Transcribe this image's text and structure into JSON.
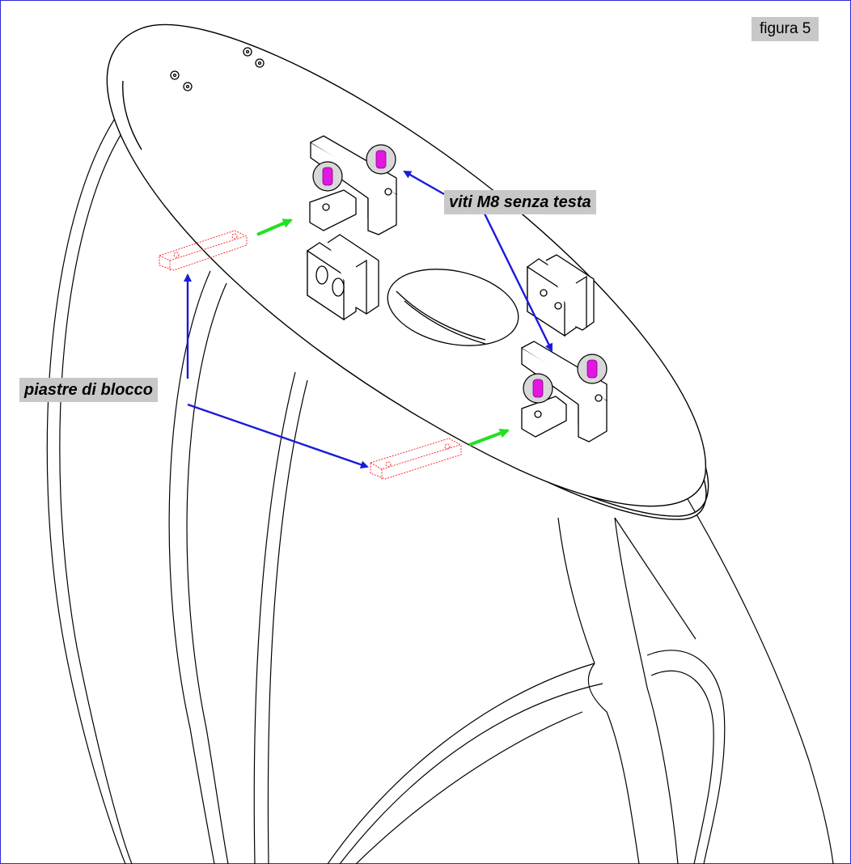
{
  "figure": {
    "label": "figura 5"
  },
  "callouts": {
    "screws": "viti M8 senza testa",
    "plates": "piastre di blocco"
  },
  "colors": {
    "frame": "#2b2bd6",
    "leader_arrow": "#1a1adb",
    "move_arrow": "#22e022",
    "plate_outline": "#ff2a2a",
    "screw": "#e018e0",
    "callout_bg": "#c8c8c8",
    "line": "#000000"
  },
  "icons": [
    "grub-screw-icon",
    "locking-plate-icon",
    "motion-arrow-icon",
    "leader-arrow-icon"
  ]
}
